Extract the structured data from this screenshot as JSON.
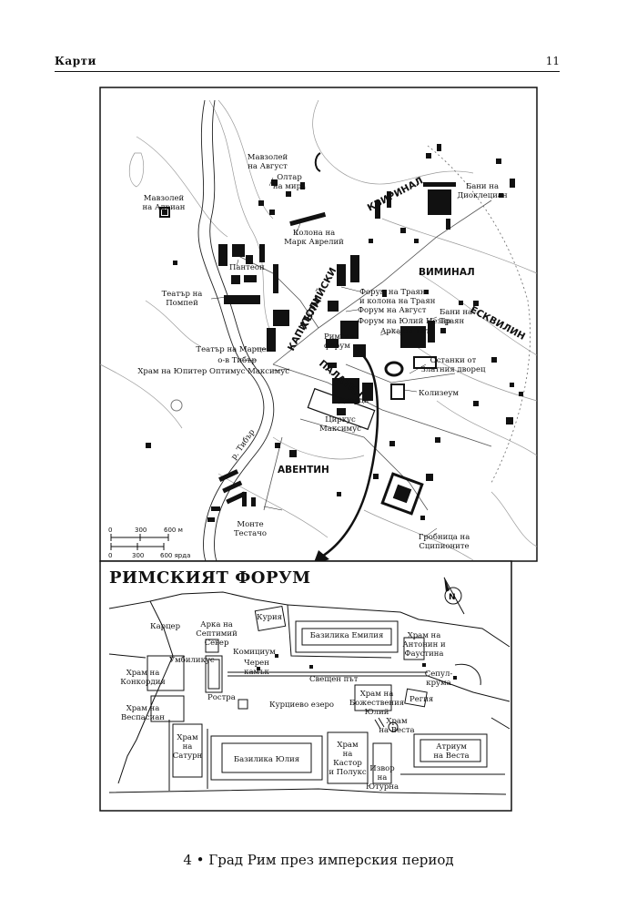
{
  "header": {
    "section": "Карти",
    "page_number": "11"
  },
  "caption": "4 • Град Рим през имперския период",
  "city_map": {
    "districts": [
      {
        "id": "kvirinal",
        "text": "КВИРИНАЛ"
      },
      {
        "id": "viminal",
        "text": "ВИМИНАЛ"
      },
      {
        "id": "eskvilin",
        "text": "ЕСКВИЛИН"
      },
      {
        "id": "kapitoliyski",
        "text": "КАПИТОЛИЙСКИ"
      },
      {
        "id": "halm",
        "text": "ХЪЛМ"
      },
      {
        "id": "palatin",
        "text": "ПАЛАТИН"
      },
      {
        "id": "aventin",
        "text": "АВЕНТИН"
      }
    ],
    "labels": [
      {
        "id": "mauz-avg-1",
        "text": "Мавзолей"
      },
      {
        "id": "mauz-avg-2",
        "text": "на Август"
      },
      {
        "id": "oltar-1",
        "text": "Олтар"
      },
      {
        "id": "oltar-2",
        "text": "на мира"
      },
      {
        "id": "mauz-adr-1",
        "text": "Мавзолей"
      },
      {
        "id": "mauz-adr-2",
        "text": "на Адриан"
      },
      {
        "id": "bani-dio-1",
        "text": "Бани на"
      },
      {
        "id": "bani-dio-2",
        "text": "Диоклециан"
      },
      {
        "id": "kolona-1",
        "text": "Колона на"
      },
      {
        "id": "kolona-2",
        "text": "Марк Аврелий"
      },
      {
        "id": "panteon",
        "text": "Пантеон"
      },
      {
        "id": "teatar-pom-1",
        "text": "Театър на"
      },
      {
        "id": "teatar-pom-2",
        "text": "Помпей"
      },
      {
        "id": "forum-traian-1",
        "text": "Форум на Траян"
      },
      {
        "id": "forum-traian-2",
        "text": "и колона на Траян"
      },
      {
        "id": "forum-avgust",
        "text": "Форум на Август"
      },
      {
        "id": "forum-yuliy",
        "text": "Форум на Юлий Цезар"
      },
      {
        "id": "bani-traian-1",
        "text": "Бани на"
      },
      {
        "id": "bani-traian-2",
        "text": "Траян"
      },
      {
        "id": "arka-tit",
        "text": "Арка на Тит"
      },
      {
        "id": "rimski-1",
        "text": "Римски"
      },
      {
        "id": "rimski-2",
        "text": "форум"
      },
      {
        "id": "teatar-mar",
        "text": "Театър на Марцел"
      },
      {
        "id": "ov-tibar",
        "text": "о-в Тибър"
      },
      {
        "id": "hram-yupiter",
        "text": "Храм на Юпитер Оптимус Максимус"
      },
      {
        "id": "ostanki-1",
        "text": "Останки от"
      },
      {
        "id": "ostanki-2",
        "text": "Златния дворец"
      },
      {
        "id": "kolizeum",
        "text": "Колизеум"
      },
      {
        "id": "dvorci",
        "text": "Дворци"
      },
      {
        "id": "cirkus-1",
        "text": "Циркус"
      },
      {
        "id": "cirkus-2",
        "text": "Максимус"
      },
      {
        "id": "reka",
        "text": "р. Тибър"
      },
      {
        "id": "monte-1",
        "text": "Монте"
      },
      {
        "id": "monte-2",
        "text": "Тестачо"
      },
      {
        "id": "grobnica-1",
        "text": "Гробница на"
      },
      {
        "id": "grobnica-2",
        "text": "Сципионите"
      }
    ],
    "scale": {
      "meters": [
        "0",
        "300",
        "600 м"
      ],
      "yards": [
        "0",
        "300",
        "600 ярда"
      ]
    }
  },
  "forum_inset": {
    "title": "РИМСКИЯТ ФОРУМ",
    "compass": "N",
    "labels": [
      {
        "id": "karcer",
        "text": "Карцер"
      },
      {
        "id": "kuriya",
        "text": "Курия"
      },
      {
        "id": "arka-sever-1",
        "text": "Арка на"
      },
      {
        "id": "arka-sever-2",
        "text": "Септимий"
      },
      {
        "id": "arka-sever-3",
        "text": "Север"
      },
      {
        "id": "bazilika-emiliya",
        "text": "Базилика Емилия"
      },
      {
        "id": "hram-antonin-1",
        "text": "Храм на"
      },
      {
        "id": "hram-antonin-2",
        "text": "Антонин и"
      },
      {
        "id": "hram-antonin-3",
        "text": "Фаустина"
      },
      {
        "id": "umbilikus",
        "text": "Умбиликус"
      },
      {
        "id": "komiciym",
        "text": "Комициум"
      },
      {
        "id": "cheren-1",
        "text": "Черен"
      },
      {
        "id": "cheren-2",
        "text": "камък"
      },
      {
        "id": "sveshten",
        "text": "Свещен път"
      },
      {
        "id": "sepul-1",
        "text": "Сепул-"
      },
      {
        "id": "sepul-2",
        "text": "крума"
      },
      {
        "id": "hram-konk-1",
        "text": "Храм на"
      },
      {
        "id": "hram-konk-2",
        "text": "Конкордия"
      },
      {
        "id": "rostra",
        "text": "Ростра"
      },
      {
        "id": "kurcievo",
        "text": "Курциево езеро"
      },
      {
        "id": "hram-yuliy-1",
        "text": "Храм на"
      },
      {
        "id": "hram-yuliy-2",
        "text": "Божествения"
      },
      {
        "id": "hram-yuliy-3",
        "text": "Юлий"
      },
      {
        "id": "regiya",
        "text": "Регия"
      },
      {
        "id": "hram-vesp-1",
        "text": "Храм на"
      },
      {
        "id": "hram-vesp-2",
        "text": "Веспасиан"
      },
      {
        "id": "hram-vesta-1",
        "text": "Храм"
      },
      {
        "id": "hram-vesta-2",
        "text": "на Веста"
      },
      {
        "id": "atrium-1",
        "text": "Атриум"
      },
      {
        "id": "atrium-2",
        "text": "на Веста"
      },
      {
        "id": "hram-saturn-1",
        "text": "Храм"
      },
      {
        "id": "hram-saturn-2",
        "text": "на"
      },
      {
        "id": "hram-saturn-3",
        "text": "Сатурн"
      },
      {
        "id": "bazilika-yuliya",
        "text": "Базилика Юлия"
      },
      {
        "id": "kastor-1",
        "text": "Храм"
      },
      {
        "id": "kastor-2",
        "text": "на"
      },
      {
        "id": "kastor-3",
        "text": "Кастор"
      },
      {
        "id": "kastor-4",
        "text": "и Полукс"
      },
      {
        "id": "izvor-1",
        "text": "Извор"
      },
      {
        "id": "izvor-2",
        "text": "на"
      },
      {
        "id": "izvor-3",
        "text": "Ютурна"
      }
    ]
  }
}
